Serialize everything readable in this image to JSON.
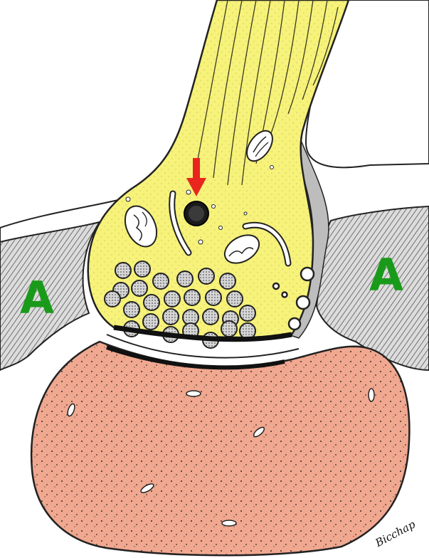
{
  "labels": {
    "left_cell": "A",
    "right_cell": "A"
  },
  "signature": "Bicchap",
  "colors": {
    "axon_fill": "#f6f27a",
    "dendrite_fill": "#f0a890",
    "label_green": "#1a9a1a",
    "arrow_red": "#e8261e",
    "outline": "#1a1a1a",
    "vesicle_fill": "#d9d9d9",
    "hatch_gray": "#bdbdbd"
  },
  "icons": {
    "arrow": "red-arrow-down-icon"
  }
}
